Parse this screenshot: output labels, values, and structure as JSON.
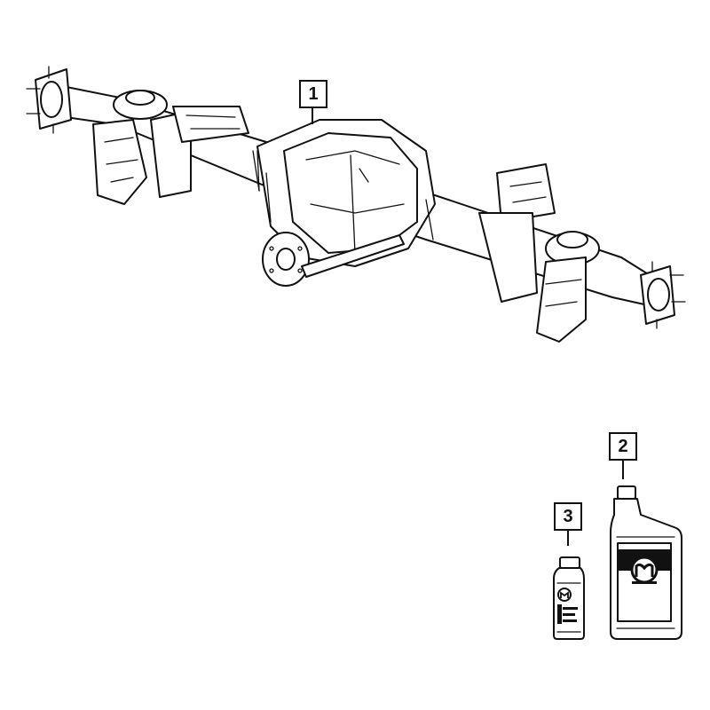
{
  "callouts": [
    {
      "number": "1",
      "part": "axle-assembly"
    },
    {
      "number": "2",
      "part": "gear-oil-quart-bottle"
    },
    {
      "number": "3",
      "part": "friction-modifier-bottle"
    }
  ],
  "colors": {
    "line": "#111111",
    "background": "#ffffff"
  }
}
